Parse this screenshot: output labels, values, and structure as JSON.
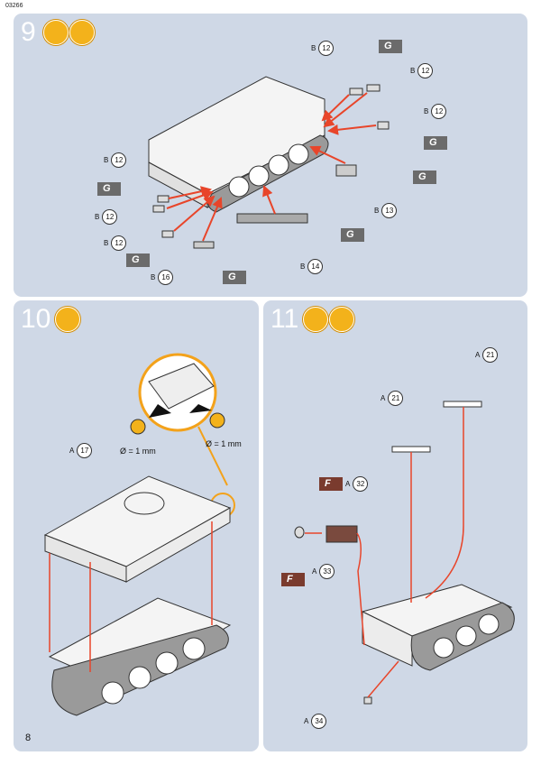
{
  "doc_code": "03266",
  "page_number": "8",
  "step9": {
    "number": "9",
    "tool_icons": [
      "glue-icon",
      "paint-brush-icon"
    ],
    "parts": [
      {
        "prefix": "B",
        "num": "12"
      },
      {
        "prefix": "B",
        "num": "12"
      },
      {
        "prefix": "B",
        "num": "12"
      },
      {
        "prefix": "B",
        "num": "12"
      },
      {
        "prefix": "B",
        "num": "12"
      },
      {
        "prefix": "B",
        "num": "12"
      },
      {
        "prefix": "B",
        "num": "16"
      },
      {
        "prefix": "B",
        "num": "14"
      },
      {
        "prefix": "B",
        "num": "13"
      }
    ],
    "paint_code": "G"
  },
  "step10": {
    "number": "10",
    "tool_icons": [
      "glue-icon"
    ],
    "part": {
      "prefix": "A",
      "num": "17"
    },
    "drill_label_1": "Ø = 1 mm",
    "drill_label_2": "Ø = 1 mm"
  },
  "step11": {
    "number": "11",
    "tool_icons": [
      "glue-icon",
      "paint-brush-icon"
    ],
    "parts": [
      {
        "prefix": "A",
        "num": "21"
      },
      {
        "prefix": "A",
        "num": "21"
      },
      {
        "prefix": "A",
        "num": "32"
      },
      {
        "prefix": "A",
        "num": "33"
      },
      {
        "prefix": "A",
        "num": "34"
      }
    ],
    "paint_code": "F"
  },
  "colors": {
    "panel": "#cfd8e6",
    "accent": "#f3b21b",
    "arrow": "#e8452a",
    "flag_g": "#6b6b6b",
    "flag_f": "#7a3b2e"
  }
}
